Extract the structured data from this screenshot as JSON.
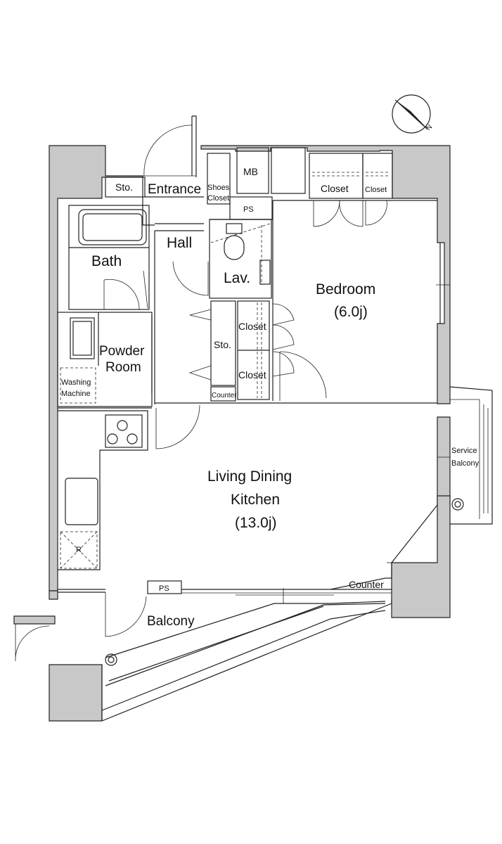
{
  "rooms": {
    "sto_top": "Sto.",
    "entrance": "Entrance",
    "shoes_closet_1": "Shoes",
    "shoes_closet_2": "Closet",
    "mb": "MB",
    "ps_top": "PS",
    "closet_top_1": "Closet",
    "closet_top_2": "Closet",
    "bath": "Bath",
    "hall": "Hall",
    "lav": "Lav.",
    "bedroom": "Bedroom",
    "bedroom_area": "(6.0j)",
    "powder_1": "Powder",
    "powder_2": "Room",
    "washing_1": "Washing",
    "washing_2": "Machine",
    "sto_mid": "Sto.",
    "closet_mid_1": "Closet",
    "closet_mid_2": "Closet",
    "counter_mid": "Counter",
    "ldk_1": "Living Dining",
    "ldk_2": "Kitchen",
    "ldk_area": "(13.0j)",
    "service_1": "Service",
    "service_2": "Balcony",
    "fridge": "R",
    "ps_bottom": "PS",
    "counter_bottom": "Counter",
    "balcony": "Balcony"
  },
  "compass": {
    "label": "N"
  }
}
